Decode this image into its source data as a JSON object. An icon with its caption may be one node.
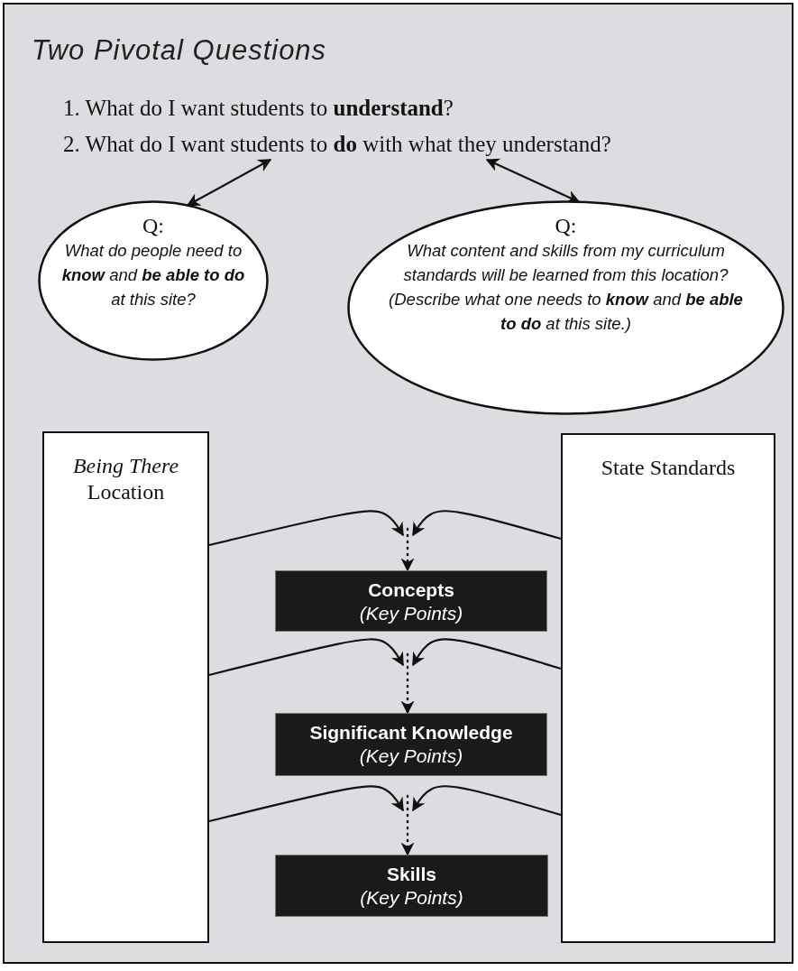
{
  "diagram": {
    "title": "Two Pivotal Questions",
    "nodes": [
      {
        "text": [
          "1. What do I want students to **understand**?"
        ]
      },
      {
        "text": [
          "2. What do I want students to **do** with what they understand?"
        ]
      },
      {
        "text": [
          "Q:",
          "What do people need to **know** and **be able to do** at this site?"
        ]
      },
      {
        "text": [
          "Q:",
          "What content and skills from my curriculum standards will be learned from this location? (Describe what one needs to **know** and **be able to do** at this site.)"
        ]
      },
      {
        "text": [
          "*Being There* Location"
        ]
      },
      {
        "text": [
          "State Standards"
        ]
      },
      {
        "text": [
          "Concepts",
          "(Key Points)"
        ]
      },
      {
        "text": [
          "Significant Knowledge",
          "(Key Points)"
        ]
      },
      {
        "text": [
          "Skills",
          "(Key Points)"
        ]
      }
    ],
    "edges": [
      {
        "from": 1,
        "to": 2,
        "arrow": "both"
      },
      {
        "from": 1,
        "to": 3,
        "arrow": "both"
      },
      {
        "from": 4,
        "to": null,
        "arrow": "to"
      },
      {
        "from": 5,
        "to": null,
        "arrow": "to"
      },
      {
        "from": null,
        "to": 6,
        "arrow": "to",
        "style": "dashed"
      },
      {
        "from": 4,
        "to": null,
        "arrow": "to"
      },
      {
        "from": 5,
        "to": null,
        "arrow": "to"
      },
      {
        "from": null,
        "to": 7,
        "arrow": "to",
        "style": "dashed"
      },
      {
        "from": 4,
        "to": null,
        "arrow": "to"
      },
      {
        "from": 5,
        "to": null,
        "arrow": "to"
      },
      {
        "from": null,
        "to": 8,
        "arrow": "to",
        "style": "dashed"
      }
    ]
  }
}
